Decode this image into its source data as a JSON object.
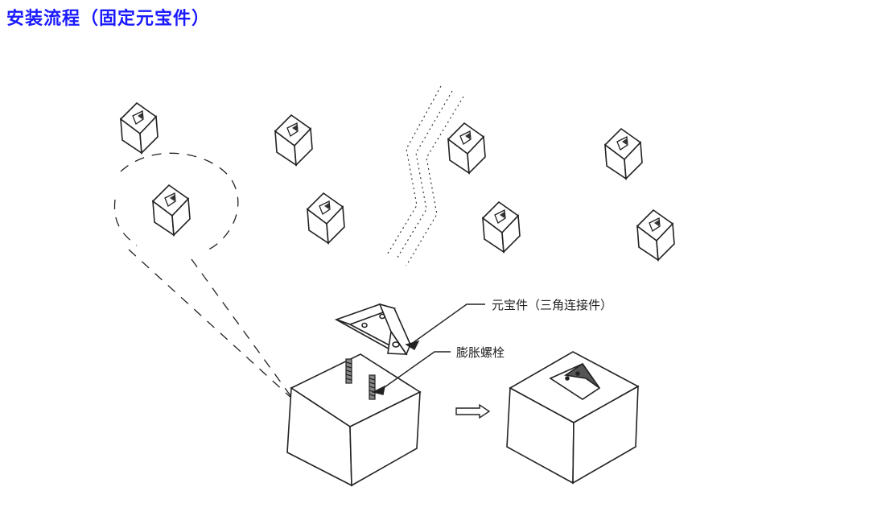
{
  "title": "安装流程（固定元宝件）",
  "labels": {
    "bracket": "元宝件（三角连接件）",
    "bolt": "膨胀螺栓"
  },
  "colors": {
    "title": "#1a1aff",
    "line": "#222222"
  }
}
